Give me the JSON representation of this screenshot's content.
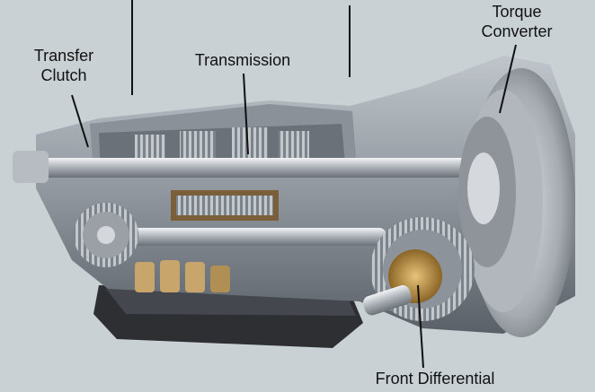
{
  "labels": {
    "transfer_clutch": [
      "Transfer",
      "Clutch"
    ],
    "transmission": "Transmission",
    "torque_converter": [
      "Torque",
      "Converter"
    ],
    "front_differential": "Front Differential"
  },
  "colors": {
    "background": "#c9d1d4",
    "housing": "#9ea5ac",
    "housing_dark": "#5b6168",
    "shaft": "#d7dbe0",
    "gear_gold": "#b8893c",
    "oil_pan": "#2d2f33",
    "pointer": "#111111"
  }
}
